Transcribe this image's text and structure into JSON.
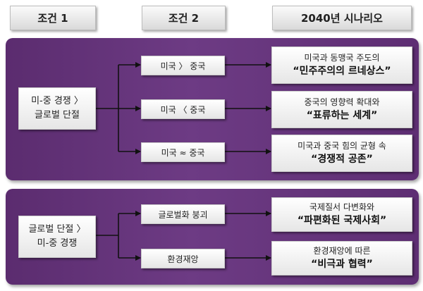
{
  "headers": [
    "조건 1",
    "조건 2",
    "2040년 시나리오"
  ],
  "group1": {
    "condition1": [
      "미-중 경쟁 〉",
      "글로벌 단절"
    ],
    "branches": [
      {
        "condition2": "미국 〉 중국",
        "scenario_line1": "미국과 동맹국 주도의",
        "scenario_line2": "“민주주의의 르네상스”"
      },
      {
        "condition2": "미국 〈 중국",
        "scenario_line1": "중국의 영향력 확대와",
        "scenario_line2": "“표류하는 세계”"
      },
      {
        "condition2": "미국 ≈ 중국",
        "scenario_line1": "미국과 중국 힘의 균형 속",
        "scenario_line2": "“경쟁적 공존”"
      }
    ]
  },
  "group2": {
    "condition1": [
      "글로벌 단절 〉",
      "미-중 경쟁"
    ],
    "branches": [
      {
        "condition2": "글로벌화 붕괴",
        "scenario_line1": "국제질서 다변화와",
        "scenario_line2": "“파편화된 국제사회”"
      },
      {
        "condition2": "환경재앙",
        "scenario_line1": "환경재앙에 따른",
        "scenario_line2": "“비극과 협력”"
      }
    ]
  },
  "colors": {
    "panel": "#5b2c6f",
    "line": "#111111"
  }
}
